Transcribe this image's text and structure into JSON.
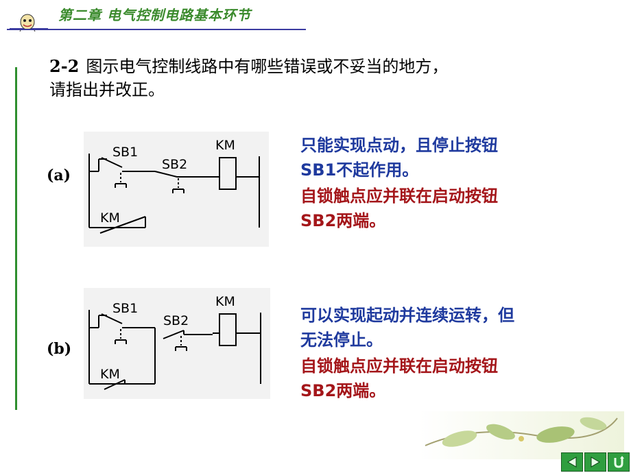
{
  "header": {
    "chapter_title": "第二章  电气控制电路基本环节"
  },
  "problem": {
    "number": "2-2",
    "line1": "图示电气控制线路中有哪些错误或不妥当的地方，",
    "line2": "请指出并改正。"
  },
  "circuit_a": {
    "label": "(a)",
    "sb1": "SB1",
    "sb2": "SB2",
    "km_coil": "KM",
    "km_contact": "KM",
    "note_blue_1": "只能实现点动，且停止按钮",
    "note_blue_2": "SB1不起作用。",
    "note_red_1": "自锁触点应并联在启动按钮",
    "note_red_2": "SB2两端。"
  },
  "circuit_b": {
    "label": "(b)",
    "sb1": "SB1",
    "sb2": "SB2",
    "km_coil": "KM",
    "km_contact": "KM",
    "note_blue_1": "可以实现起动并连续运转，但",
    "note_blue_2": "无法停止。",
    "note_red_1": "自锁触点应并联在启动按钮",
    "note_red_2": "SB2两端。"
  },
  "colors": {
    "header": "#3a8a2c",
    "blue_note": "#1f3a9e",
    "red_note": "#a4161a",
    "nav": "#2f9e3f"
  },
  "nav_icons": [
    "prev-arrow-icon",
    "next-arrow-icon",
    "return-icon"
  ]
}
